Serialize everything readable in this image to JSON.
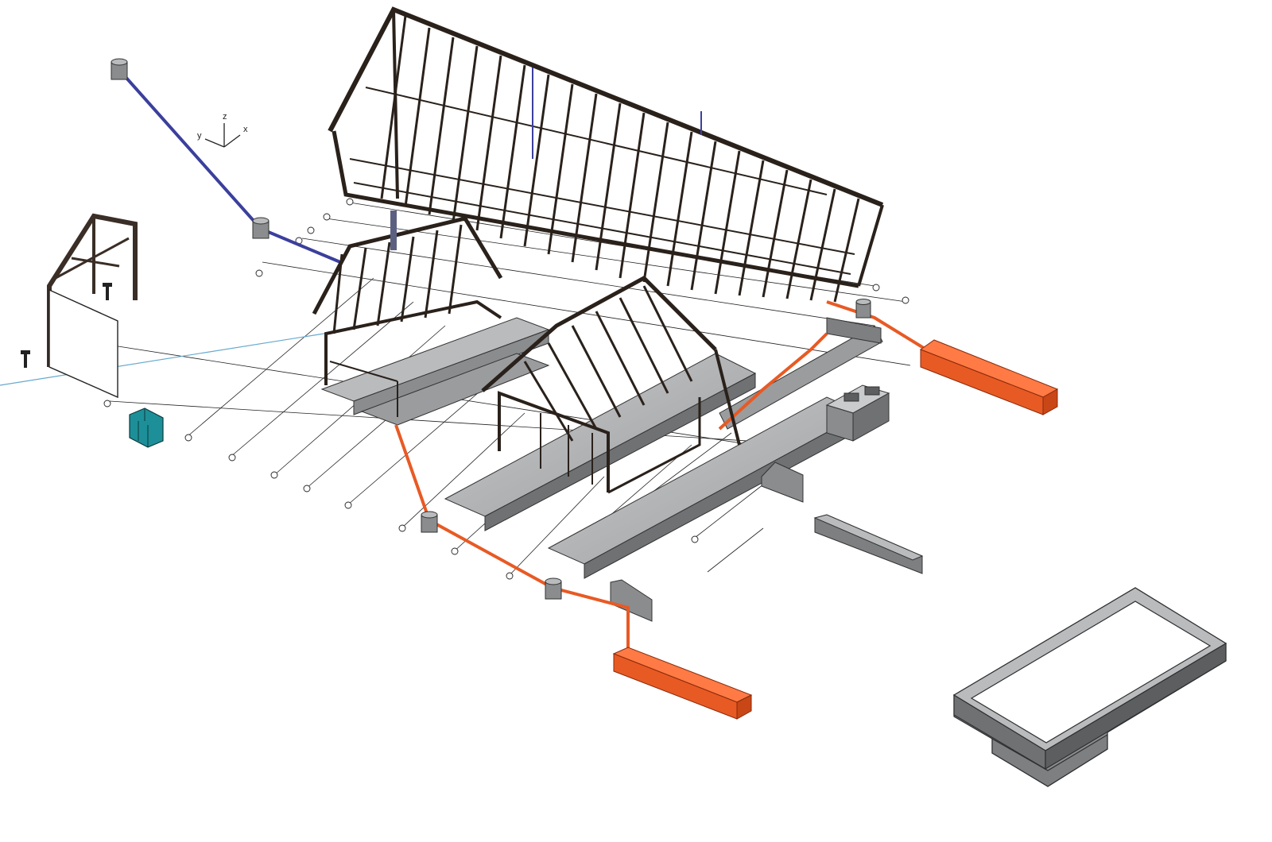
{
  "axes": {
    "x": "x",
    "y": "y",
    "z": "z"
  },
  "colors": {
    "background": "#ffffff",
    "timber_frame": "#3a2e26",
    "timber_frame_dark": "#241c17",
    "concrete": "#8a8c8e",
    "concrete_dark": "#5c5e60",
    "concrete_light": "#b9bbbd",
    "drain_pipe": "#e85a24",
    "water_pipe": "#3b3f9c",
    "light_blue_line": "#67a9cf",
    "grid_line": "#222222",
    "equipment": "#1d8f98"
  },
  "components": [
    {
      "name": "timber-frame-main-house",
      "visible_label": ""
    },
    {
      "name": "timber-frame-annex",
      "visible_label": ""
    },
    {
      "name": "timber-frame-entry-porch",
      "visible_label": ""
    },
    {
      "name": "detached-timber-gable-frame",
      "visible_label": ""
    },
    {
      "name": "concrete-foundation-beams",
      "visible_label": ""
    },
    {
      "name": "septic-tank",
      "visible_label": ""
    },
    {
      "name": "stormwater-infiltration-block",
      "visible_label": ""
    },
    {
      "name": "rainwater-drain-network",
      "visible_label": ""
    },
    {
      "name": "water-supply-line",
      "visible_label": ""
    },
    {
      "name": "heat-pump-unit",
      "visible_label": ""
    },
    {
      "name": "exploded-foundation-ring",
      "visible_label": ""
    }
  ]
}
